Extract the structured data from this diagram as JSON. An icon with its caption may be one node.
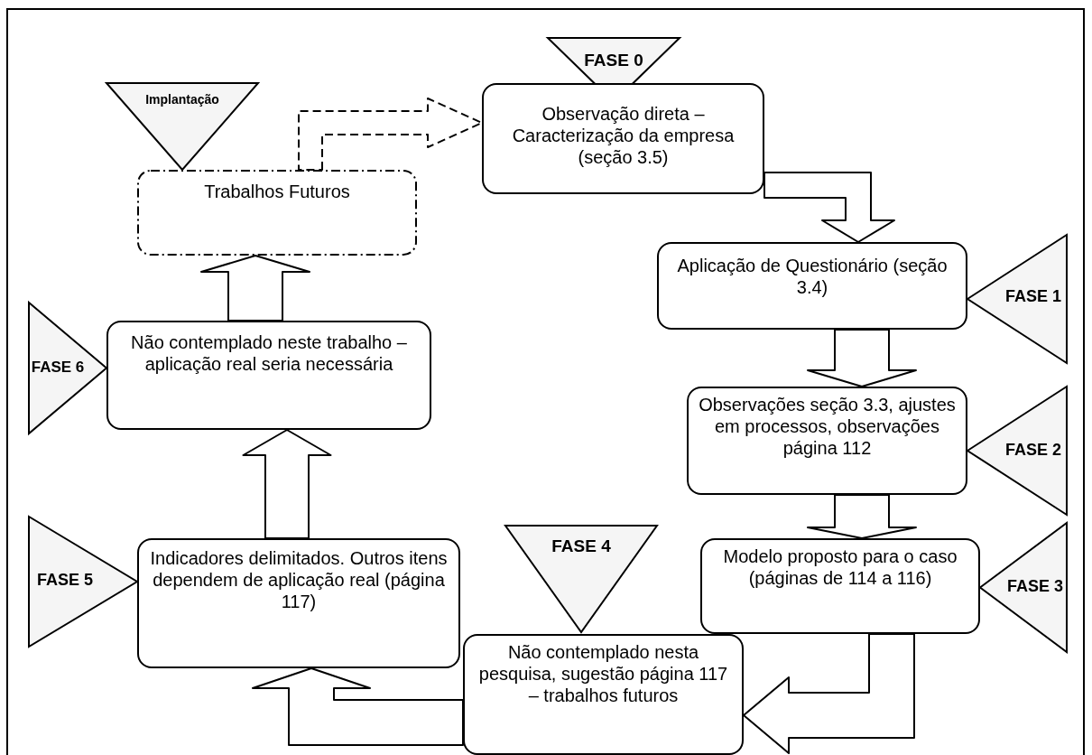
{
  "diagram": {
    "nodes": [
      {
        "text": [
          "Implantação"
        ]
      },
      {
        "text": [
          "FASE 0"
        ]
      },
      {
        "text": [
          "Observação direta – Caracterização da empresa (seção 3.5)"
        ]
      },
      {
        "text": [
          "Trabalhos Futuros"
        ]
      },
      {
        "text": [
          "Aplicação de Questionário (seção 3.4)"
        ]
      },
      {
        "text": [
          "FASE 1"
        ]
      },
      {
        "text": [
          "FASE 6"
        ]
      },
      {
        "text": [
          "Não contemplado neste trabalho – aplicação real seria necessária"
        ]
      },
      {
        "text": [
          "Observações seção 3.3, ajustes em processos, observações página 112"
        ]
      },
      {
        "text": [
          "FASE 2"
        ]
      },
      {
        "text": [
          "FASE 5"
        ]
      },
      {
        "text": [
          "Indicadores delimitados. Outros itens dependem de aplicação real (página 117)"
        ]
      },
      {
        "text": [
          "FASE 4"
        ]
      },
      {
        "text": [
          "Modelo proposto para o caso (páginas de 114 a 116)"
        ]
      },
      {
        "text": [
          "FASE 3"
        ]
      },
      {
        "text": [
          "Não contemplado nesta pesquisa, sugestão página 117 – trabalhos futuros"
        ]
      }
    ],
    "edges": [
      {
        "from": 2,
        "to": 4,
        "arrow": "to"
      },
      {
        "from": 4,
        "to": 8,
        "arrow": "to"
      },
      {
        "from": 8,
        "to": 13,
        "arrow": "to"
      },
      {
        "from": 13,
        "to": 15,
        "arrow": "to"
      },
      {
        "from": 15,
        "to": 11,
        "arrow": "to"
      },
      {
        "from": 11,
        "to": 7,
        "arrow": "to"
      },
      {
        "from": 7,
        "to": 3,
        "arrow": "to"
      },
      {
        "from": 3,
        "to": 2,
        "arrow": "to",
        "style": "dashed"
      }
    ]
  }
}
